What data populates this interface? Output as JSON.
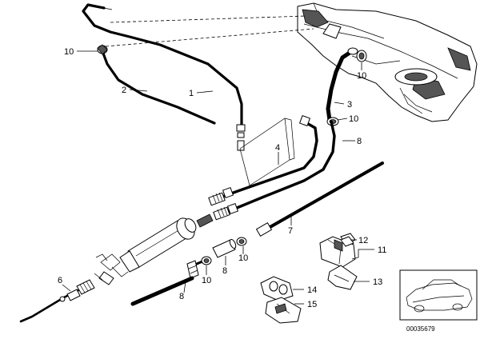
{
  "diagram": {
    "labels": {
      "l1": "1",
      "l2": "2",
      "l3": "3",
      "l4": "4",
      "l6": "6",
      "l7": "7",
      "l8a": "8",
      "l8b": "8",
      "l8c": "8",
      "l10a": "10",
      "l10b": "10",
      "l10c": "10",
      "l10d": "10",
      "l10e": "10",
      "l11": "11",
      "l12": "12",
      "l13": "13",
      "l14": "14",
      "l15": "15"
    },
    "reference_number": "00035679"
  }
}
